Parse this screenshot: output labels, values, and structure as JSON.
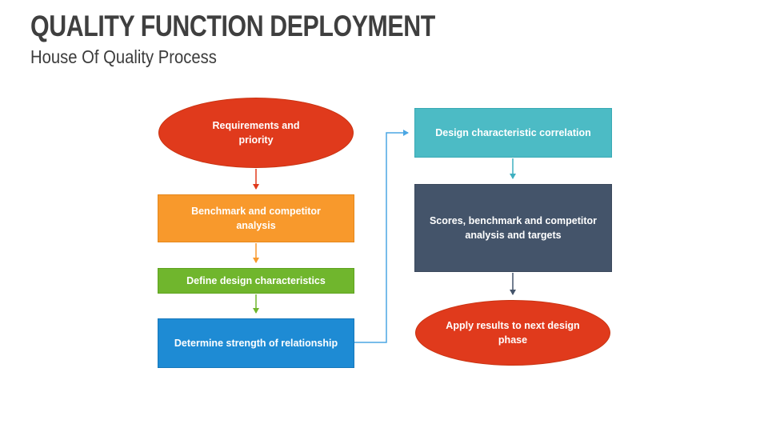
{
  "slide": {
    "title": "QUALITY FUNCTION DEPLOYMENT",
    "subtitle": "House Of Quality Process"
  },
  "palette": {
    "title_text": "#3f3f3f",
    "subtitle_text": "#3c3c3c",
    "node_text": "#ffffff",
    "red": "#e03a1c",
    "orange": "#f8992c",
    "green": "#70b62d",
    "blue": "#1e8bd4",
    "teal": "#4cbbc5",
    "slate": "#44546a",
    "connector_blue": "#4ba6e3",
    "teal_arrow": "#3fb0c0"
  },
  "diagram": {
    "nodes": [
      {
        "id": "requirements-priority",
        "shape": "ellipse",
        "fill": "#e03a1c",
        "label": "Requirements and priority"
      },
      {
        "id": "benchmark-analysis",
        "shape": "rect",
        "fill": "#f8992c",
        "label": "Benchmark and competitor analysis"
      },
      {
        "id": "define-design-characteristics",
        "shape": "rect",
        "fill": "#70b62d",
        "label": "Define design characteristics"
      },
      {
        "id": "determine-strength",
        "shape": "rect",
        "fill": "#1e8bd4",
        "label": "Determine strength of relationship"
      },
      {
        "id": "design-characteristic-correlation",
        "shape": "rect",
        "fill": "#4cbbc5",
        "label": "Design characteristic correlation"
      },
      {
        "id": "scores-benchmark-targets",
        "shape": "rect",
        "fill": "#44546a",
        "label": "Scores, benchmark and competitor analysis and targets"
      },
      {
        "id": "apply-results",
        "shape": "ellipse",
        "fill": "#e03a1c",
        "label": "Apply results to next design phase"
      }
    ],
    "connectors": [
      {
        "from": "requirements-priority",
        "to": "benchmark-analysis",
        "type": "straight",
        "color": "#e03a1c"
      },
      {
        "from": "benchmark-analysis",
        "to": "define-design-characteristics",
        "type": "straight",
        "color": "#f8992c"
      },
      {
        "from": "define-design-characteristics",
        "to": "determine-strength",
        "type": "straight",
        "color": "#70b62d"
      },
      {
        "from": "determine-strength",
        "to": "design-characteristic-correlation",
        "type": "elbow",
        "color": "#4ba6e3"
      },
      {
        "from": "design-characteristic-correlation",
        "to": "scores-benchmark-targets",
        "type": "straight",
        "color": "#3fb0c0"
      },
      {
        "from": "scores-benchmark-targets",
        "to": "apply-results",
        "type": "straight",
        "color": "#44546a"
      }
    ]
  }
}
